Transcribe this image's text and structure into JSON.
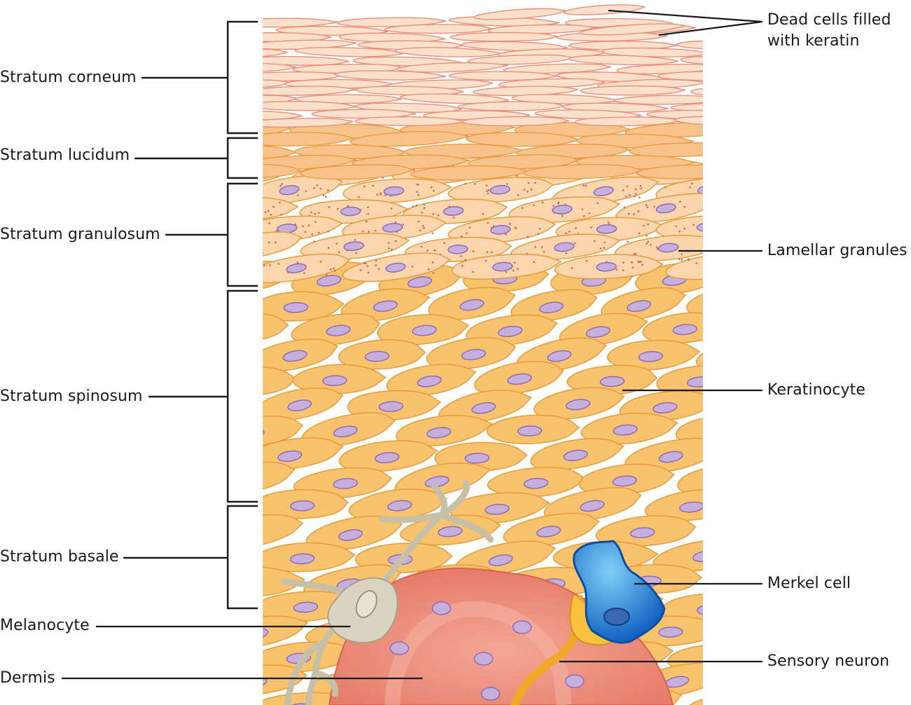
{
  "labels": {
    "stratum_corneum": "Stratum corneum",
    "stratum_lucidum": "Stratum lucidum",
    "stratum_granulosum": "Stratum granulosum",
    "stratum_spinosum": "Stratum spinosum",
    "stratum_basale": "Stratum basale",
    "melanocyte": "Melanocyte",
    "dermis": "Dermis",
    "dead_cells_line1": "Dead cells filled",
    "dead_cells_line2": "with keratin",
    "lamellar_granules": "Lamellar granules",
    "keratinocyte": "Keratinocyte",
    "merkel_cell": "Merkel cell",
    "sensory_neuron": "Sensory neuron"
  },
  "colors": {
    "corneum_cell": "#fbe0cc",
    "corneum_outline": "#eb8f7b",
    "lucidum_cell": "#f7c38a",
    "granulosum_cell": "#fbd6ad",
    "granule_dot": "#d9604c",
    "keratinocyte_cell": "#f9c26c",
    "keratinocyte_edge": "#e99b3c",
    "nucleus": "#c7afdd",
    "nucleus_outline": "#8e6bb5",
    "dermis": "#ec8b78",
    "melanocyte": "#d9d3bf",
    "merkel_cell": "#1f7fd6",
    "sensory_neuron": "#f5b22b",
    "leader_line": "#1a1a1a"
  }
}
